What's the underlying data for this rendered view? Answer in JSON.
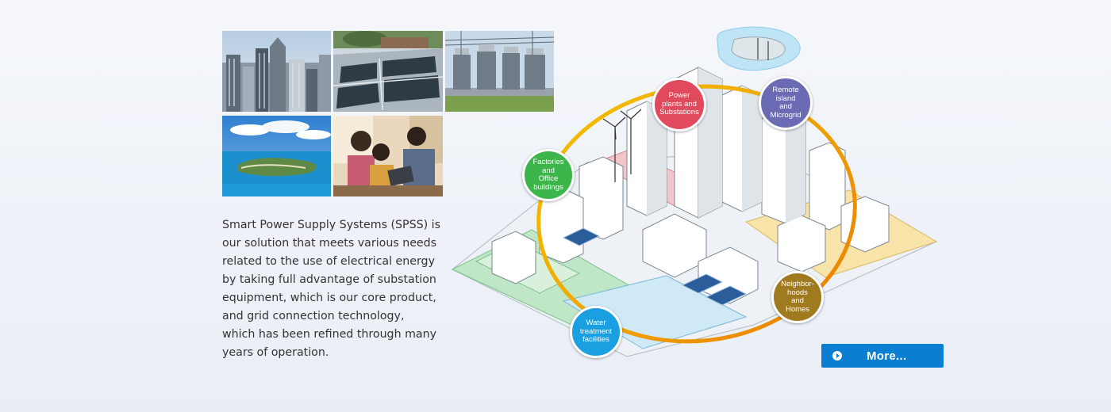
{
  "description": "Smart Power Supply Systems (SPSS) is our solution that meets various needs related to the use of electrical energy by taking full advantage of substation equipment, which is our core product, and grid connection technology, which has been refined through many years of operation.",
  "bubbles": {
    "power_plants": "Power\nplants and\nSubstations",
    "remote_island": "Remote\nisland\nand\nMicrogrid",
    "factories": "Factories\nand\nOffice\nbuildings",
    "neighborhoods": "Neighbor-\nhoods\nand\nHomes",
    "water": "Water\ntreatment\nfacilities"
  },
  "more_button": {
    "label": "More..."
  },
  "colors": {
    "power_plants": "#e04a5c",
    "remote_island": "#6a6bb2",
    "factories": "#3cb54a",
    "neighborhoods": "#a07a1e",
    "water": "#1aa0e0",
    "button": "#0a7fd2",
    "ring": "#f0b400"
  },
  "icons": {
    "more_button": "play-circle-icon"
  }
}
